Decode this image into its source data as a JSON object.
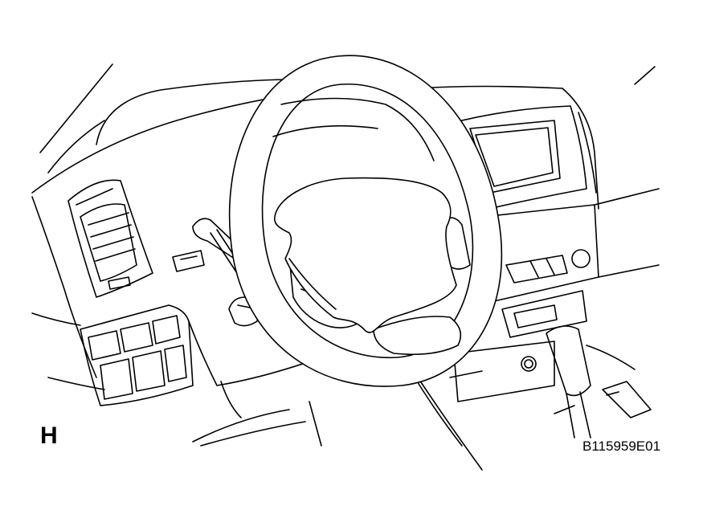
{
  "diagram": {
    "view_label": "H",
    "figure_code": "B115959E01",
    "highlighted_part": "steering-wheel-pad",
    "colors": {
      "line": "#000000",
      "background": "#ffffff"
    }
  }
}
